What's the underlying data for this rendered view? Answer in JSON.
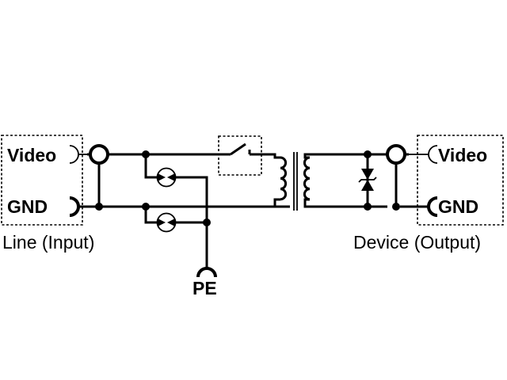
{
  "line_side": {
    "signal_label": "Video",
    "ground_label": "GND",
    "caption": "Line (Input)"
  },
  "device_side": {
    "signal_label": "Video",
    "ground_label": "GND",
    "caption": "Device (Output)"
  },
  "earth": {
    "label": "PE"
  }
}
